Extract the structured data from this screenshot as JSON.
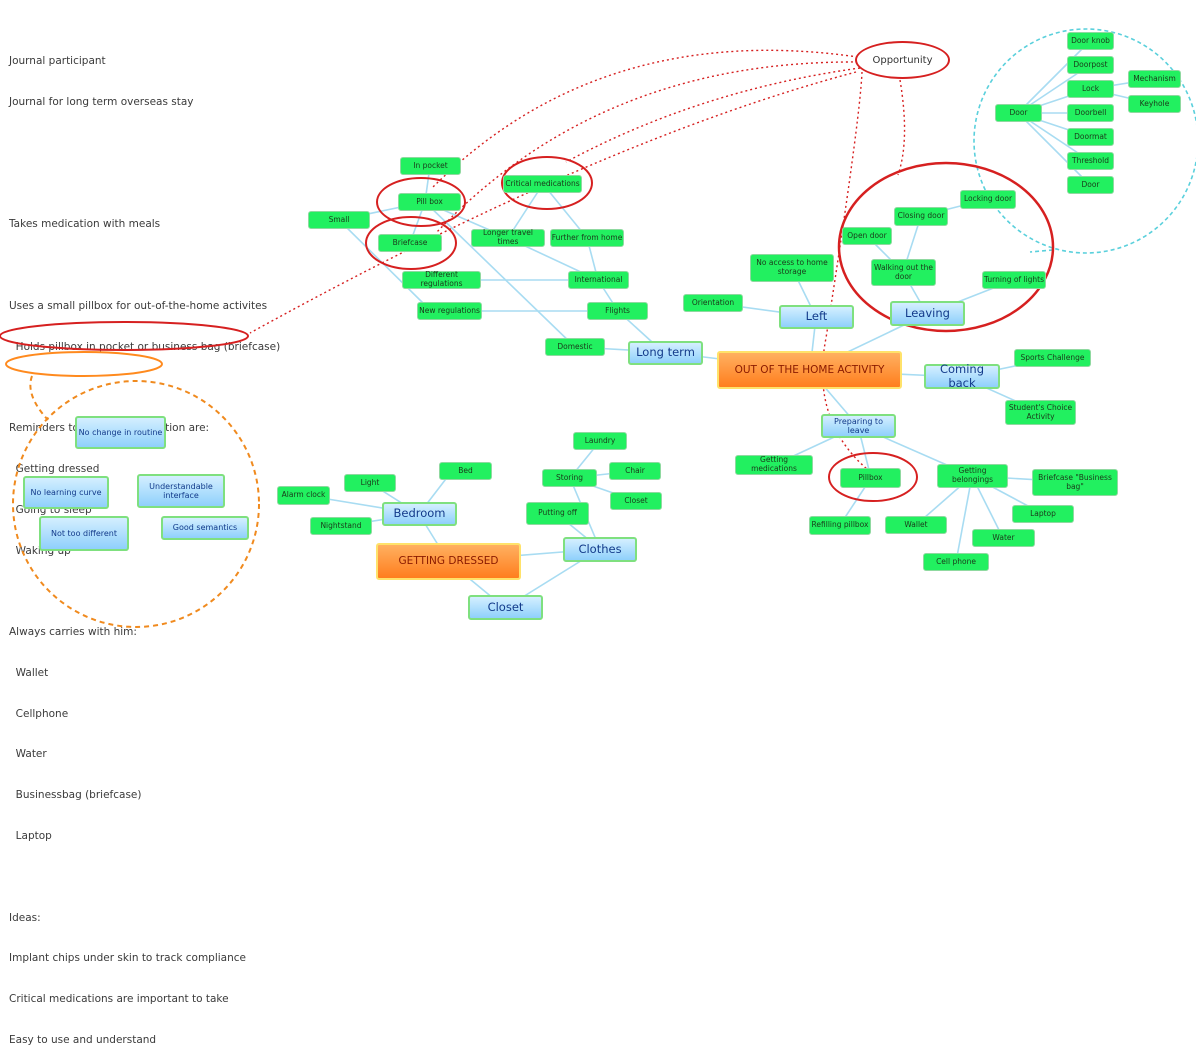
{
  "notes": [
    "Journal participant",
    "Journal for long term overseas stay",
    "",
    "",
    "Takes medication with meals",
    "",
    "Uses a small pillbox for out-of-the-home activites",
    "  Holds pillbox in pocket or business bag (briefcase)",
    "",
    "Reminders to take his medication are:",
    "  Getting dressed",
    "  Going to sleep",
    "  Waking up",
    "",
    "Always carries with him:",
    "  Wallet",
    "  Cellphone",
    "  Water",
    "  Businessbag (briefcase)",
    "  Laptop",
    "",
    "Ideas:",
    "Implant chips under skin to track compliance",
    "Critical medications are important to take",
    "Easy to use and understand"
  ],
  "diagram": {
    "opportunity": "Opportunity",
    "center": "OUT OF THE HOME ACTIVITY",
    "getting_dressed": "GETTING DRESSED",
    "long_term": "Long term",
    "left": "Left",
    "leaving": "Leaving",
    "coming_back": "Coming back",
    "preparing": "Preparing to leave",
    "bedroom": "Bedroom",
    "clothes": "Clothes",
    "closet": "Closet",
    "in_pocket": "In pocket",
    "pill_box": "Pill box",
    "briefcase": "Briefcase",
    "small": "Small",
    "critical_meds": "Critical medications",
    "longer_travel": "Longer travel times",
    "further_home": "Further from home",
    "different_reg": "Different regulations",
    "international": "International",
    "new_reg": "New regulations",
    "flights": "Flights",
    "domestic": "Domestic",
    "orientation": "Orientation",
    "no_access": "No access to home storage",
    "closing_door": "Closing door",
    "locking_door": "Locking door",
    "open_door": "Open door",
    "walking_out": "Walking out the door",
    "turning_lights": "Turning of lights",
    "door_root": "Door",
    "door_knob": "Door knob",
    "doorpost": "Doorpost",
    "lock": "Lock",
    "mechanism": "Mechanism",
    "keyhole": "Keyhole",
    "doorbell": "Doorbell",
    "doormat": "Doormat",
    "threshold": "Threshold",
    "door_leaf": "Door",
    "sports": "Sports Challenge",
    "students": "Student's Choice Activity",
    "getting_meds": "Getting medications",
    "pillbox": "Pillbox",
    "refilling": "Refilling pillbox",
    "getting_belongings": "Getting belongings",
    "briefcase_bag": "Briefcase \"Business bag\"",
    "laptop": "Laptop",
    "wallet": "Wallet",
    "water": "Water",
    "cell_phone": "Cell phone",
    "laundry": "Laundry",
    "storing": "Storing",
    "chair": "Chair",
    "closet_sm": "Closet",
    "putting_off": "Putting off",
    "bed": "Bed",
    "light": "Light",
    "alarm_clock": "Alarm clock",
    "nightstand": "Nightstand",
    "no_change": "No change in routine",
    "no_learning": "No learning curve",
    "understandable": "Understandable interface",
    "not_too_different": "Not too different",
    "good_semantics": "Good semantics"
  }
}
